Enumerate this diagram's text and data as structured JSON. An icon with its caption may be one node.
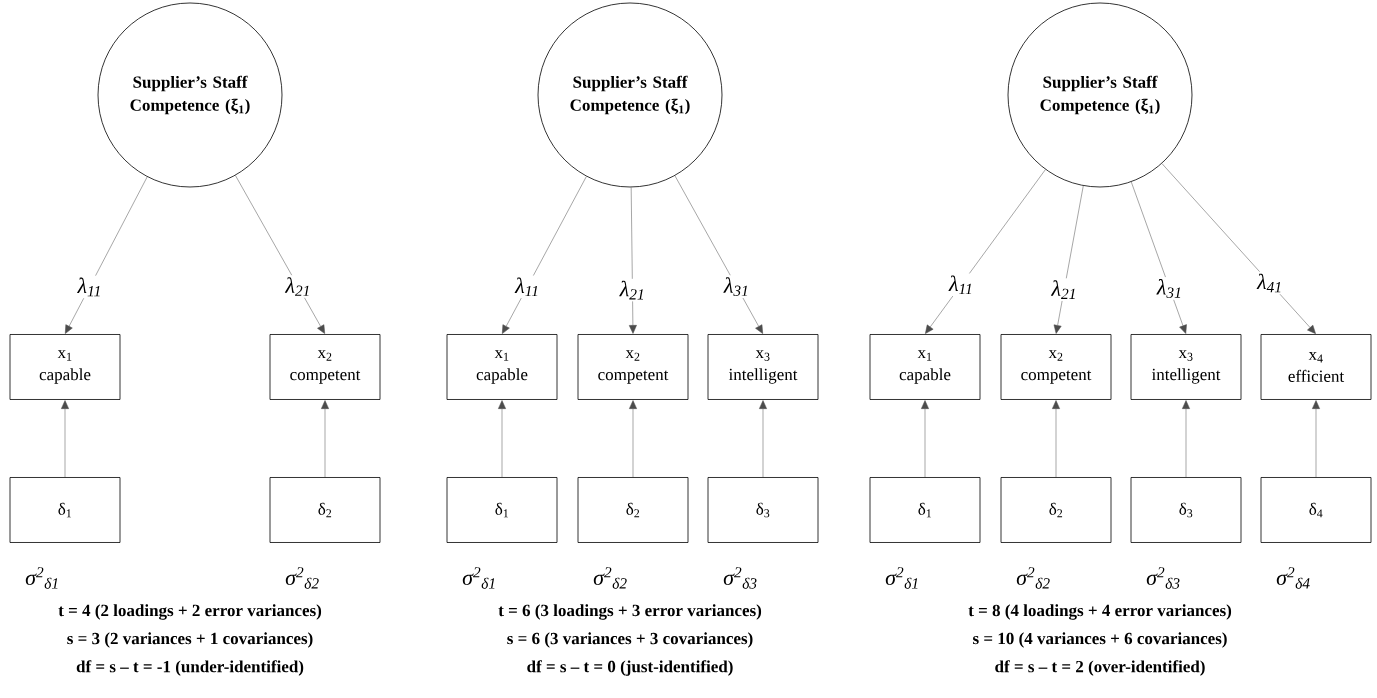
{
  "diagram": {
    "nodes": [
      {
        "text": [
          "Supplier’s Staff Competence (ξ$_{1}$)"
        ]
      },
      {
        "text": [
          "x$_{1}$",
          "capable"
        ]
      },
      {
        "text": [
          "x$_{2}$",
          "competent"
        ]
      },
      {
        "text": [
          "δ$_{1}$"
        ],
        "beside": [
          "σ$^{2}$$_{δ1}$"
        ]
      },
      {
        "text": [
          "δ$_{2}$"
        ],
        "beside": [
          "σ$^{2}$$_{δ2}$"
        ]
      },
      {
        "text": [
          "Supplier’s Staff Competence (ξ$_{1}$)"
        ]
      },
      {
        "text": [
          "x$_{1}$",
          "capable"
        ]
      },
      {
        "text": [
          "x$_{2}$",
          "competent"
        ]
      },
      {
        "text": [
          "x$_{3}$",
          "intelligent"
        ]
      },
      {
        "text": [
          "δ$_{1}$"
        ],
        "beside": [
          "σ$^{2}$$_{δ1}$"
        ]
      },
      {
        "text": [
          "δ$_{2}$"
        ],
        "beside": [
          "σ$^{2}$$_{δ2}$"
        ]
      },
      {
        "text": [
          "δ$_{3}$"
        ],
        "beside": [
          "σ$^{2}$$_{δ3}$"
        ]
      },
      {
        "text": [
          "Supplier’s Staff Competence (ξ$_{1}$)"
        ]
      },
      {
        "text": [
          "x$_{1}$",
          "capable"
        ]
      },
      {
        "text": [
          "x$_{2}$",
          "competent"
        ]
      },
      {
        "text": [
          "x$_{3}$",
          "intelligent"
        ]
      },
      {
        "text": [
          "x$_{4}$",
          "efficient"
        ]
      },
      {
        "text": [
          "δ$_{1}$"
        ],
        "beside": [
          "σ$^{2}$$_{δ1}$"
        ]
      },
      {
        "text": [
          "δ$_{2}$"
        ],
        "beside": [
          "σ$^{2}$$_{δ2}$"
        ]
      },
      {
        "text": [
          "δ$_{3}$"
        ],
        "beside": [
          "σ$^{2}$$_{δ3}$"
        ]
      },
      {
        "text": [
          "δ$_{4}$"
        ],
        "beside": [
          "σ$^{2}$$_{δ4}$"
        ]
      }
    ],
    "edges": [
      {
        "from": 0,
        "to": 1,
        "arrow": "to",
        "label": "λ$_{11}$"
      },
      {
        "from": 0,
        "to": 2,
        "arrow": "to",
        "label": "λ$_{21}$"
      },
      {
        "from": 3,
        "to": 1,
        "arrow": "to"
      },
      {
        "from": 4,
        "to": 2,
        "arrow": "to"
      },
      {
        "from": 5,
        "to": 6,
        "arrow": "to",
        "label": "λ$_{11}$"
      },
      {
        "from": 5,
        "to": 7,
        "arrow": "to",
        "label": "λ$_{21}$"
      },
      {
        "from": 5,
        "to": 8,
        "arrow": "to",
        "label": "λ$_{31}$"
      },
      {
        "from": 9,
        "to": 6,
        "arrow": "to"
      },
      {
        "from": 10,
        "to": 7,
        "arrow": "to"
      },
      {
        "from": 11,
        "to": 8,
        "arrow": "to"
      },
      {
        "from": 12,
        "to": 13,
        "arrow": "to",
        "label": "λ$_{11}$"
      },
      {
        "from": 12,
        "to": 14,
        "arrow": "to",
        "label": "λ$_{21}$"
      },
      {
        "from": 12,
        "to": 15,
        "arrow": "to",
        "label": "λ$_{31}$"
      },
      {
        "from": 12,
        "to": 16,
        "arrow": "to",
        "label": "λ$_{41}$"
      },
      {
        "from": 17,
        "to": 13,
        "arrow": "to"
      },
      {
        "from": 18,
        "to": 14,
        "arrow": "to"
      },
      {
        "from": 19,
        "to": 15,
        "arrow": "to"
      },
      {
        "from": 20,
        "to": 16,
        "arrow": "to"
      }
    ],
    "labels": [
      "t = 4 (2 loadings + 2 error variances)",
      "s = 3 (2 variances + 1 covariances)",
      "df = s – t = -1 (under-identified)",
      "t = 6 (3 loadings + 3 error variances)",
      "s = 6 (3 variances + 3 covariances)",
      "df = s – t = 0 (just-identified)",
      "t = 8 (4 loadings + 4 error variances)",
      "s = 10 (4 variances + 6 covariances)",
      "df = s – t = 2 (over-identified)"
    ]
  }
}
